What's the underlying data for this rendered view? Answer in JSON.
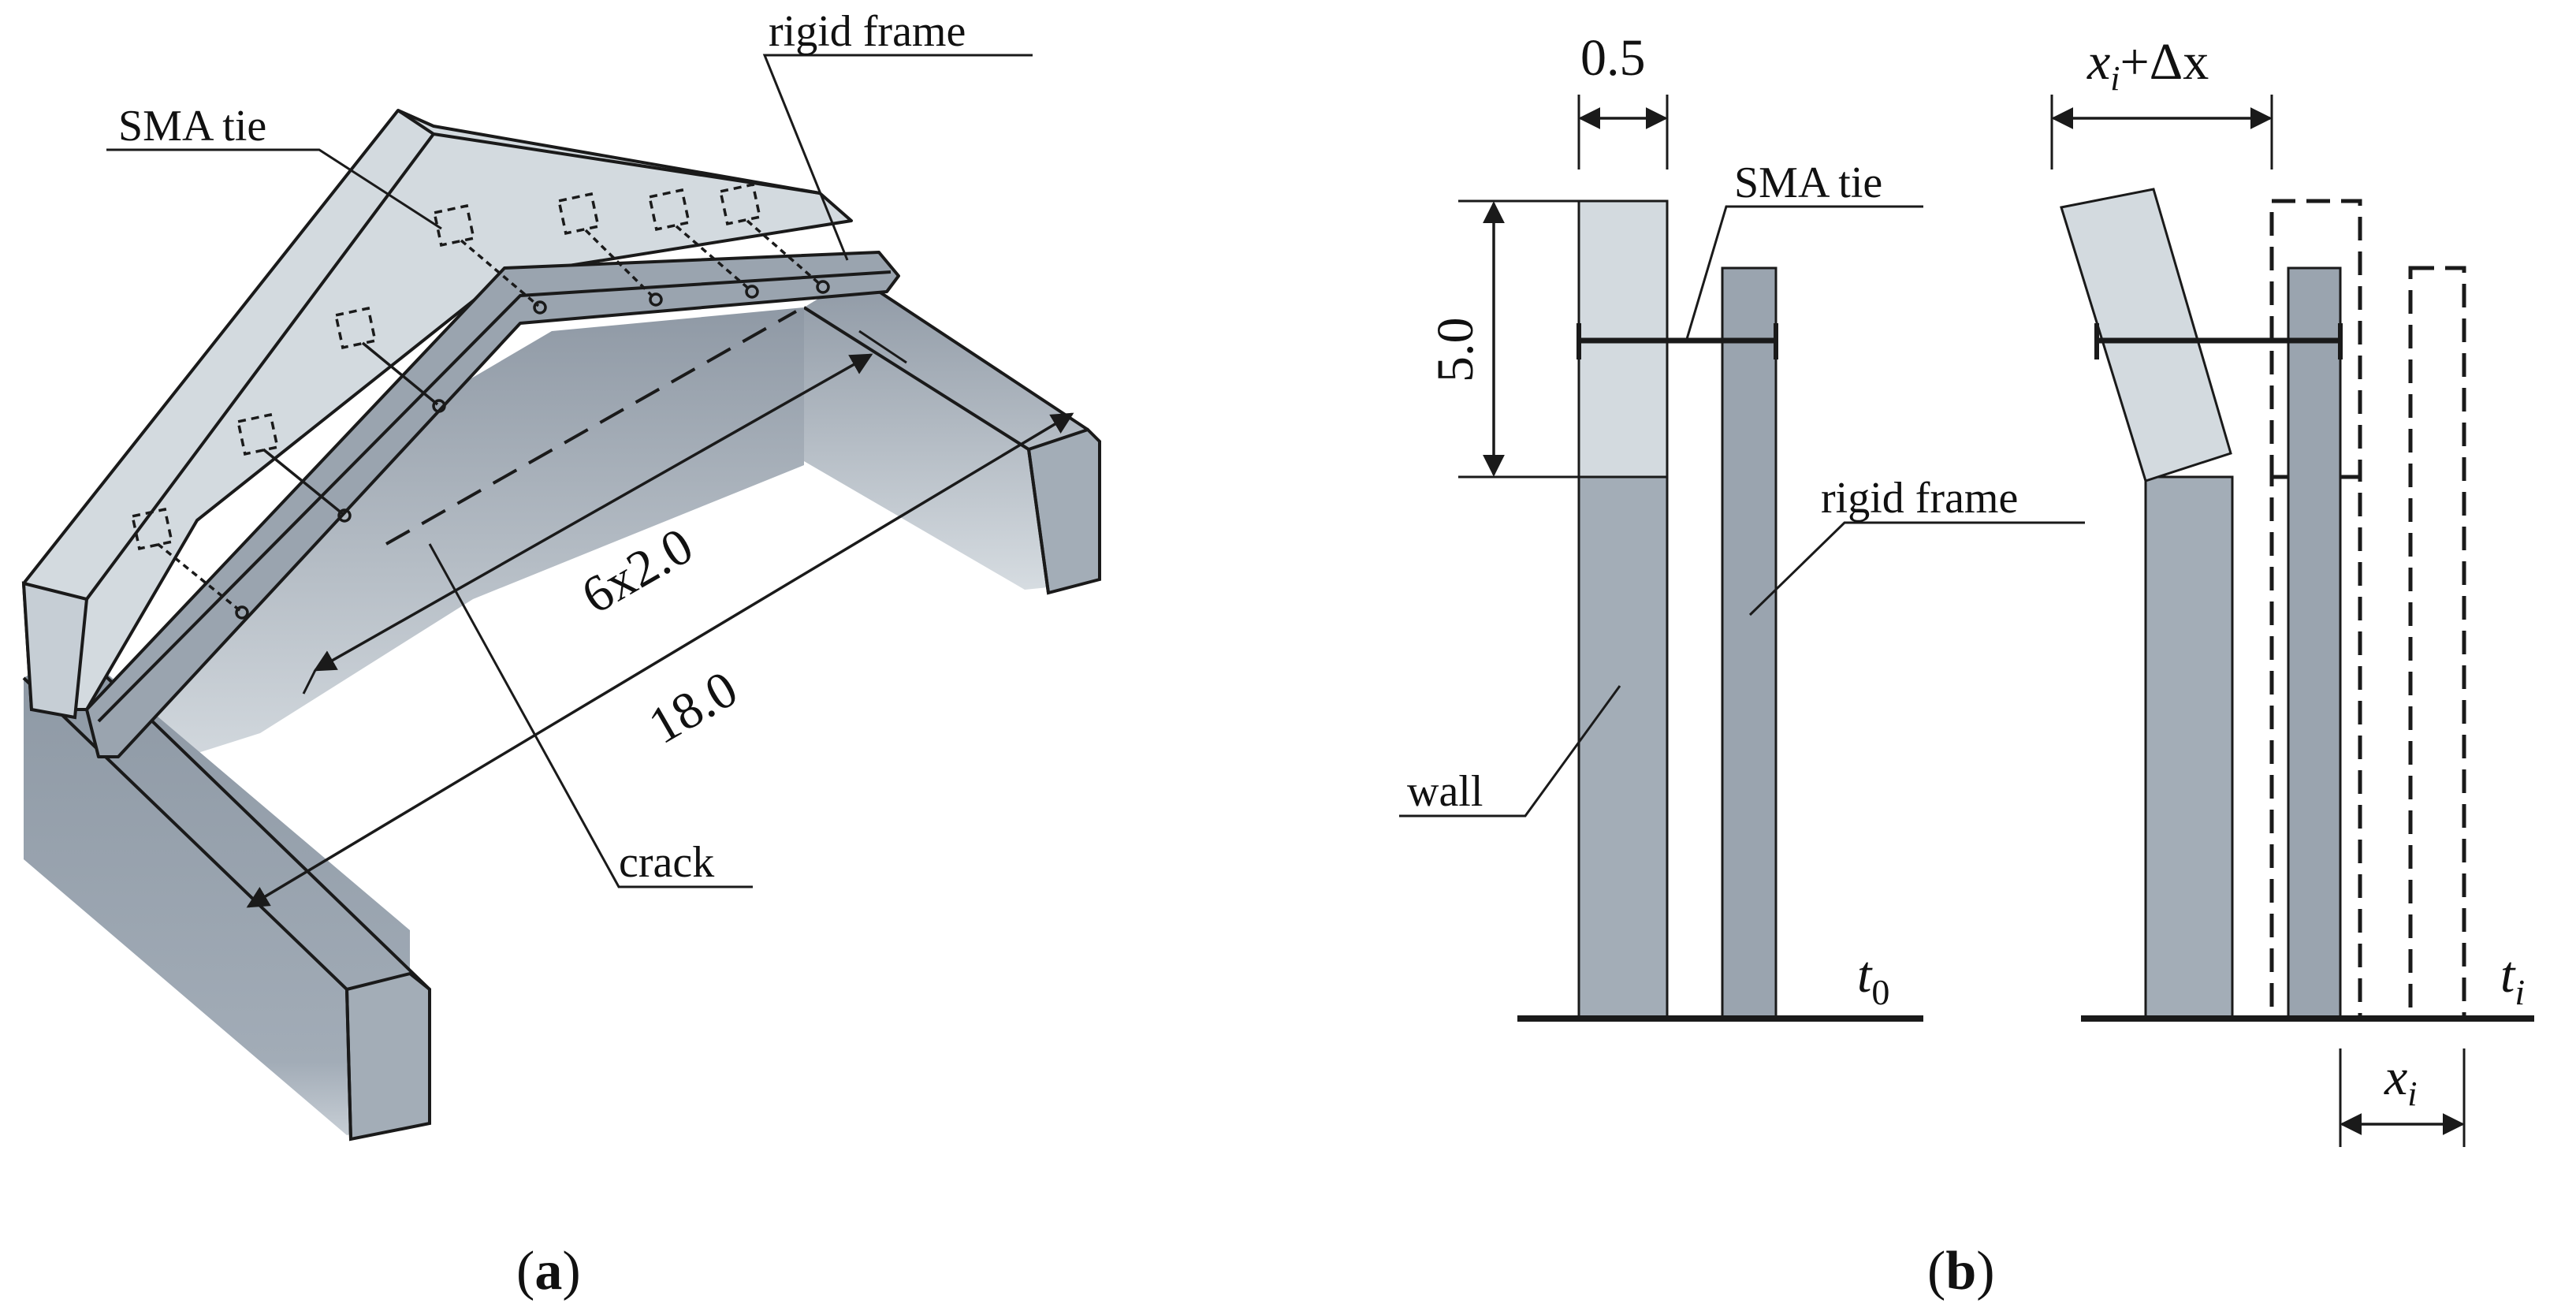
{
  "panel_a": {
    "caption_open": "(",
    "caption_letter": "a",
    "caption_close": ")",
    "labels": {
      "sma_tie": "SMA tie",
      "rigid_frame": "rigid frame",
      "crack": "crack"
    },
    "dimensions": {
      "tie_spacing": "6x2.0",
      "length": "18.0"
    }
  },
  "panel_b": {
    "caption_open": "(",
    "caption_letter": "b",
    "caption_close": ")",
    "labels": {
      "sma_tie": "SMA tie",
      "rigid_frame": "rigid frame",
      "wall": "wall"
    },
    "dimensions": {
      "thickness": "0.5",
      "height": "5.0"
    },
    "time_left": {
      "base": "t",
      "sub": "0"
    },
    "time_right": {
      "base": "t",
      "sub": "i"
    },
    "disp_total": {
      "x": "x",
      "sub": "i",
      "rest": "+Δx"
    },
    "disp_frame": {
      "x": "x",
      "sub": "i"
    }
  },
  "colors": {
    "wall_light": "#d3dadf",
    "wall_dark": "#a3adb7",
    "frame_dark": "#9aa4af",
    "ink": "#1a1a1a"
  }
}
